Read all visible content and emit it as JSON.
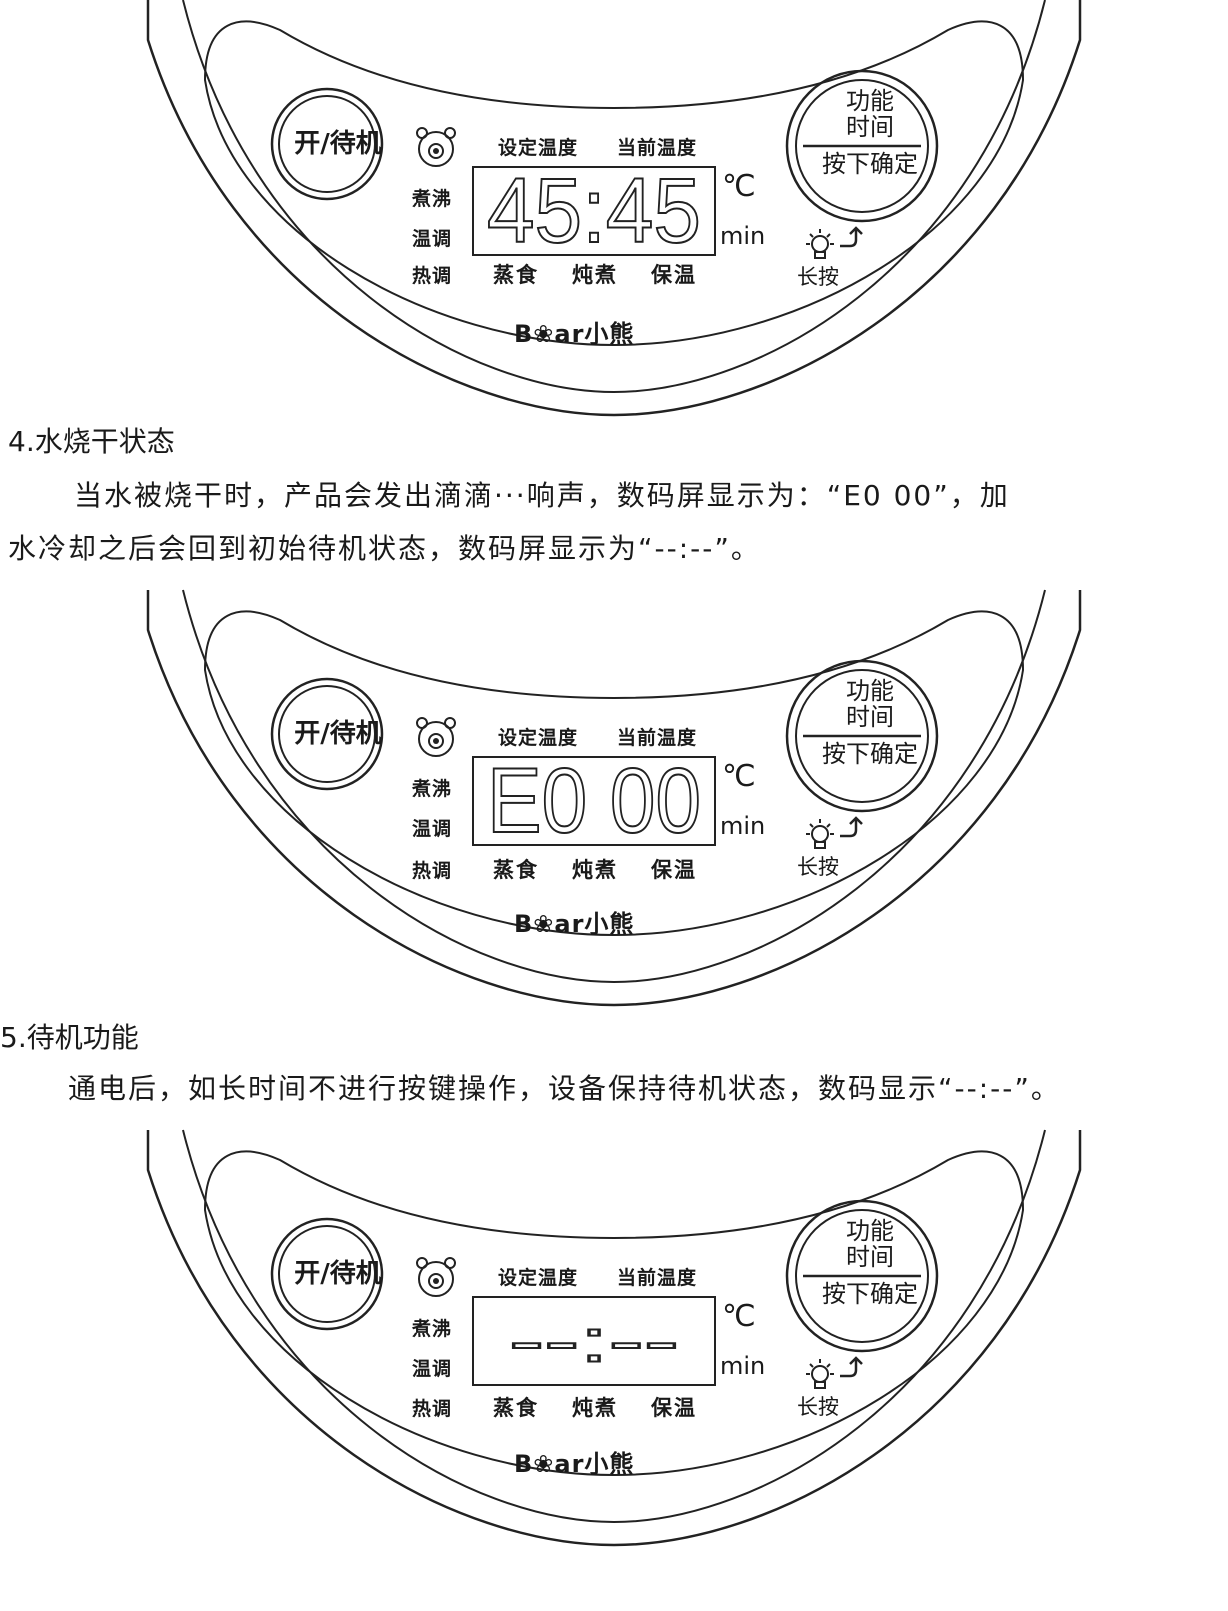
{
  "panel_labels": {
    "power_button": "开/待机",
    "set_temp": "设定温度",
    "current_temp": "当前温度",
    "boil": "煮沸",
    "warm_adjust": "温调",
    "hot_adjust": "热调",
    "steam": "蒸食",
    "stew": "炖煮",
    "keep_warm": "保温",
    "unit_celsius": "℃",
    "unit_min": "min",
    "func_line1": "功能",
    "func_line2": "时间",
    "func_line3": "按下确定",
    "long_press": "长按",
    "brand": "B❀ar小熊"
  },
  "sections": {
    "s4": {
      "heading": "4.水烧干状态",
      "para_line1": "当水被烧干时，产品会发出滴滴···响声，数码屏显示为：“E0 00”，加",
      "para_line2": "水冷却之后会回到初始待机状态，数码屏显示为“--:--”。"
    },
    "s5": {
      "heading": "5.待机功能",
      "para_line1": "通电后，如长时间不进行按键操作，设备保持待机状态，数码显示“--:--”。"
    }
  },
  "displays": {
    "d1": "45:45",
    "d2": "E0 00",
    "d3": "--:--"
  },
  "colors": {
    "ink": "#1a1a1a",
    "paper": "#ffffff"
  }
}
